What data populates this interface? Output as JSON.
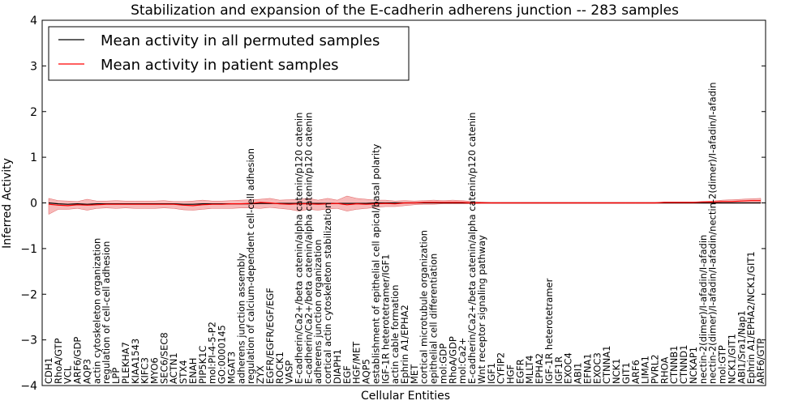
{
  "chart_data": {
    "type": "line",
    "title": "Stabilization and expansion of the E-cadherin adherens junction -- 283 samples",
    "xlabel": "Cellular Entities",
    "ylabel": "Inferred Activity",
    "ylim": [
      -4,
      4
    ],
    "yticks": [
      "4",
      "3",
      "2",
      "1",
      "0",
      "−1",
      "−2",
      "−3",
      "−4"
    ],
    "grid": false,
    "legend_position": "top-left",
    "colors": {
      "permuted": "#000000",
      "patient": "#ff0000",
      "band": "#f08080"
    },
    "categories": [
      "CDH1",
      "RhoA/GTP",
      "VCL",
      "ARF6/GDP",
      "AQP3",
      "actin cytoskeleton organization",
      "regulation of cell-cell adhesion",
      "LPP",
      "PLEKHA7",
      "KIAA1543",
      "KIFC3",
      "MYO6",
      "SEC6/SEC8",
      "ACTN1",
      "STX4",
      "ENAH",
      "PIP5K1C",
      "mol:PI-4-5-P2",
      "GO:0000145",
      "MGAT3",
      "adherens junction assembly",
      "regulation of calcium-dependent cell-cell adhesion",
      "ZYX",
      "EGFR/EGFR/EGF/EGF",
      "ROCK1",
      "VASP",
      "E-cadherin/Ca2+/beta catenin/alpha catenin/p120 catenin",
      "E-cadherin/Ca2+/beta catenin/alpha catenin/p120 catenin",
      "adherens junction organization",
      "cortical actin cytoskeleton stabilization",
      "DIAPH1",
      "EGF",
      "HGF/MET",
      "AQP5",
      "establishment of epithelial cell apical/basal polarity",
      "IGF-1R heterotetramer/IGF1",
      "actin cable formation",
      "Ephrin A1/EPHA2",
      "MET",
      "cortical microtubule organization",
      "epithelial cell differentiation",
      "mol:GDP",
      "RhoA/GDP",
      "mol:Ca2+",
      "E-cadherin/Ca2+/beta catenin/alpha catenin/p120 catenin",
      "Wnt receptor signaling pathway",
      "IGF1",
      "CYFIP2",
      "HGF",
      "EGFR",
      "MLLT4",
      "EPHA2",
      "IGF-1R heterotetramer",
      "IGF1R",
      "EXOC4",
      "ABI1",
      "EFNA1",
      "EXOC3",
      "CTNNA1",
      "NCK1",
      "GIT1",
      "ARF6",
      "LIMA1",
      "PVRL2",
      "RHOA",
      "CTNNB1",
      "CTNND1",
      "NCKAP1",
      "nectin-2(dimer)/I-afadin/I-afadin",
      "nectin-2(dimer)/I-afadin/I-afadin/nectin-2(dimer)/I-afadin/I-afadin",
      "mol:GTP",
      "NCK1/GIT1",
      "ABI1/Sra1/Nap1",
      "Ephrin A1/EPHA2/NCK1/GIT1",
      "ARF6/GTP"
    ],
    "series": [
      {
        "name": "Mean activity in all permuted samples",
        "values": [
          0,
          -0.02,
          -0.03,
          -0.02,
          -0.03,
          -0.02,
          -0.02,
          -0.02,
          -0.02,
          -0.02,
          -0.02,
          -0.02,
          -0.02,
          -0.02,
          -0.03,
          -0.03,
          -0.02,
          -0.02,
          -0.02,
          -0.02,
          -0.02,
          -0.02,
          -0.01,
          -0.01,
          -0.01,
          -0.01,
          -0.01,
          -0.01,
          -0.01,
          -0.01,
          -0.01,
          -0.01,
          -0.01,
          -0.01,
          0,
          0,
          0,
          0,
          0,
          0,
          0,
          0,
          0,
          0,
          0,
          0,
          0,
          0,
          0,
          0,
          0,
          0,
          0,
          0,
          0,
          0,
          0,
          0,
          0,
          0,
          0,
          0,
          0,
          0,
          0,
          0,
          0,
          0,
          0,
          0,
          0,
          0,
          0,
          0,
          0
        ]
      },
      {
        "name": "Mean activity in patient samples",
        "values": [
          -0.03,
          -0.05,
          -0.06,
          -0.04,
          -0.05,
          -0.04,
          -0.03,
          -0.03,
          -0.03,
          -0.03,
          -0.03,
          -0.03,
          -0.03,
          -0.03,
          -0.05,
          -0.06,
          -0.04,
          -0.03,
          -0.03,
          -0.02,
          -0.02,
          -0.01,
          0.01,
          0,
          -0.02,
          -0.03,
          -0.02,
          -0.02,
          -0.03,
          -0.02,
          -0.01,
          -0.04,
          -0.02,
          -0.03,
          -0.02,
          -0.01,
          -0.02,
          0,
          0,
          0.01,
          0.01,
          0.01,
          0.01,
          0.01,
          0,
          0,
          0,
          0,
          0,
          0,
          0,
          0,
          0,
          0,
          0,
          0,
          0,
          0,
          0,
          0,
          0,
          0,
          0,
          0,
          0.01,
          0.01,
          0.01,
          0.01,
          0.02,
          0.02,
          0.03,
          0.03,
          0.04,
          0.05,
          0.05
        ]
      }
    ],
    "band": {
      "name": "patient samples spread",
      "upper": [
        0.1,
        0.05,
        0.04,
        0.03,
        0.08,
        0.04,
        0.04,
        0.05,
        0.04,
        0.04,
        0.04,
        0.04,
        0.05,
        0.03,
        0.03,
        0.04,
        0.06,
        0.04,
        0.04,
        0.05,
        0.06,
        0.07,
        0.08,
        0.1,
        0.06,
        0.07,
        0.08,
        0.1,
        0.06,
        0.1,
        0.06,
        0.15,
        0.1,
        0.08,
        0.06,
        0.06,
        0.04,
        0.05,
        0.04,
        0.05,
        0.06,
        0.05,
        0.06,
        0.05,
        0.03,
        0.02,
        0.01,
        0.01,
        0.01,
        0.01,
        0.01,
        0.01,
        0.01,
        0.01,
        0.01,
        0.01,
        0.01,
        0.01,
        0.01,
        0.01,
        0.01,
        0.01,
        0.01,
        0.01,
        0.02,
        0.02,
        0.02,
        0.02,
        0.03,
        0.04,
        0.06,
        0.07,
        0.08,
        0.09,
        0.1
      ],
      "lower": [
        -0.25,
        -0.14,
        -0.14,
        -0.12,
        -0.16,
        -0.12,
        -0.11,
        -0.12,
        -0.11,
        -0.12,
        -0.12,
        -0.12,
        -0.11,
        -0.12,
        -0.15,
        -0.16,
        -0.14,
        -0.12,
        -0.12,
        -0.12,
        -0.11,
        -0.11,
        -0.12,
        -0.1,
        -0.12,
        -0.14,
        -0.18,
        -0.14,
        -0.16,
        -0.13,
        -0.12,
        -0.18,
        -0.14,
        -0.12,
        -0.1,
        -0.08,
        -0.08,
        -0.06,
        -0.04,
        -0.03,
        -0.03,
        -0.02,
        -0.02,
        -0.02,
        -0.02,
        -0.01,
        -0.01,
        -0.01,
        -0.01,
        -0.01,
        -0.01,
        -0.01,
        -0.01,
        -0.01,
        -0.01,
        -0.01,
        -0.01,
        -0.01,
        -0.01,
        -0.01,
        -0.01,
        -0.01,
        -0.01,
        -0.01,
        -0.01,
        -0.01,
        -0.01,
        -0.01,
        -0.01,
        -0.01,
        -0.01,
        -0.01,
        -0.01,
        -0.01,
        -0.01
      ]
    }
  }
}
